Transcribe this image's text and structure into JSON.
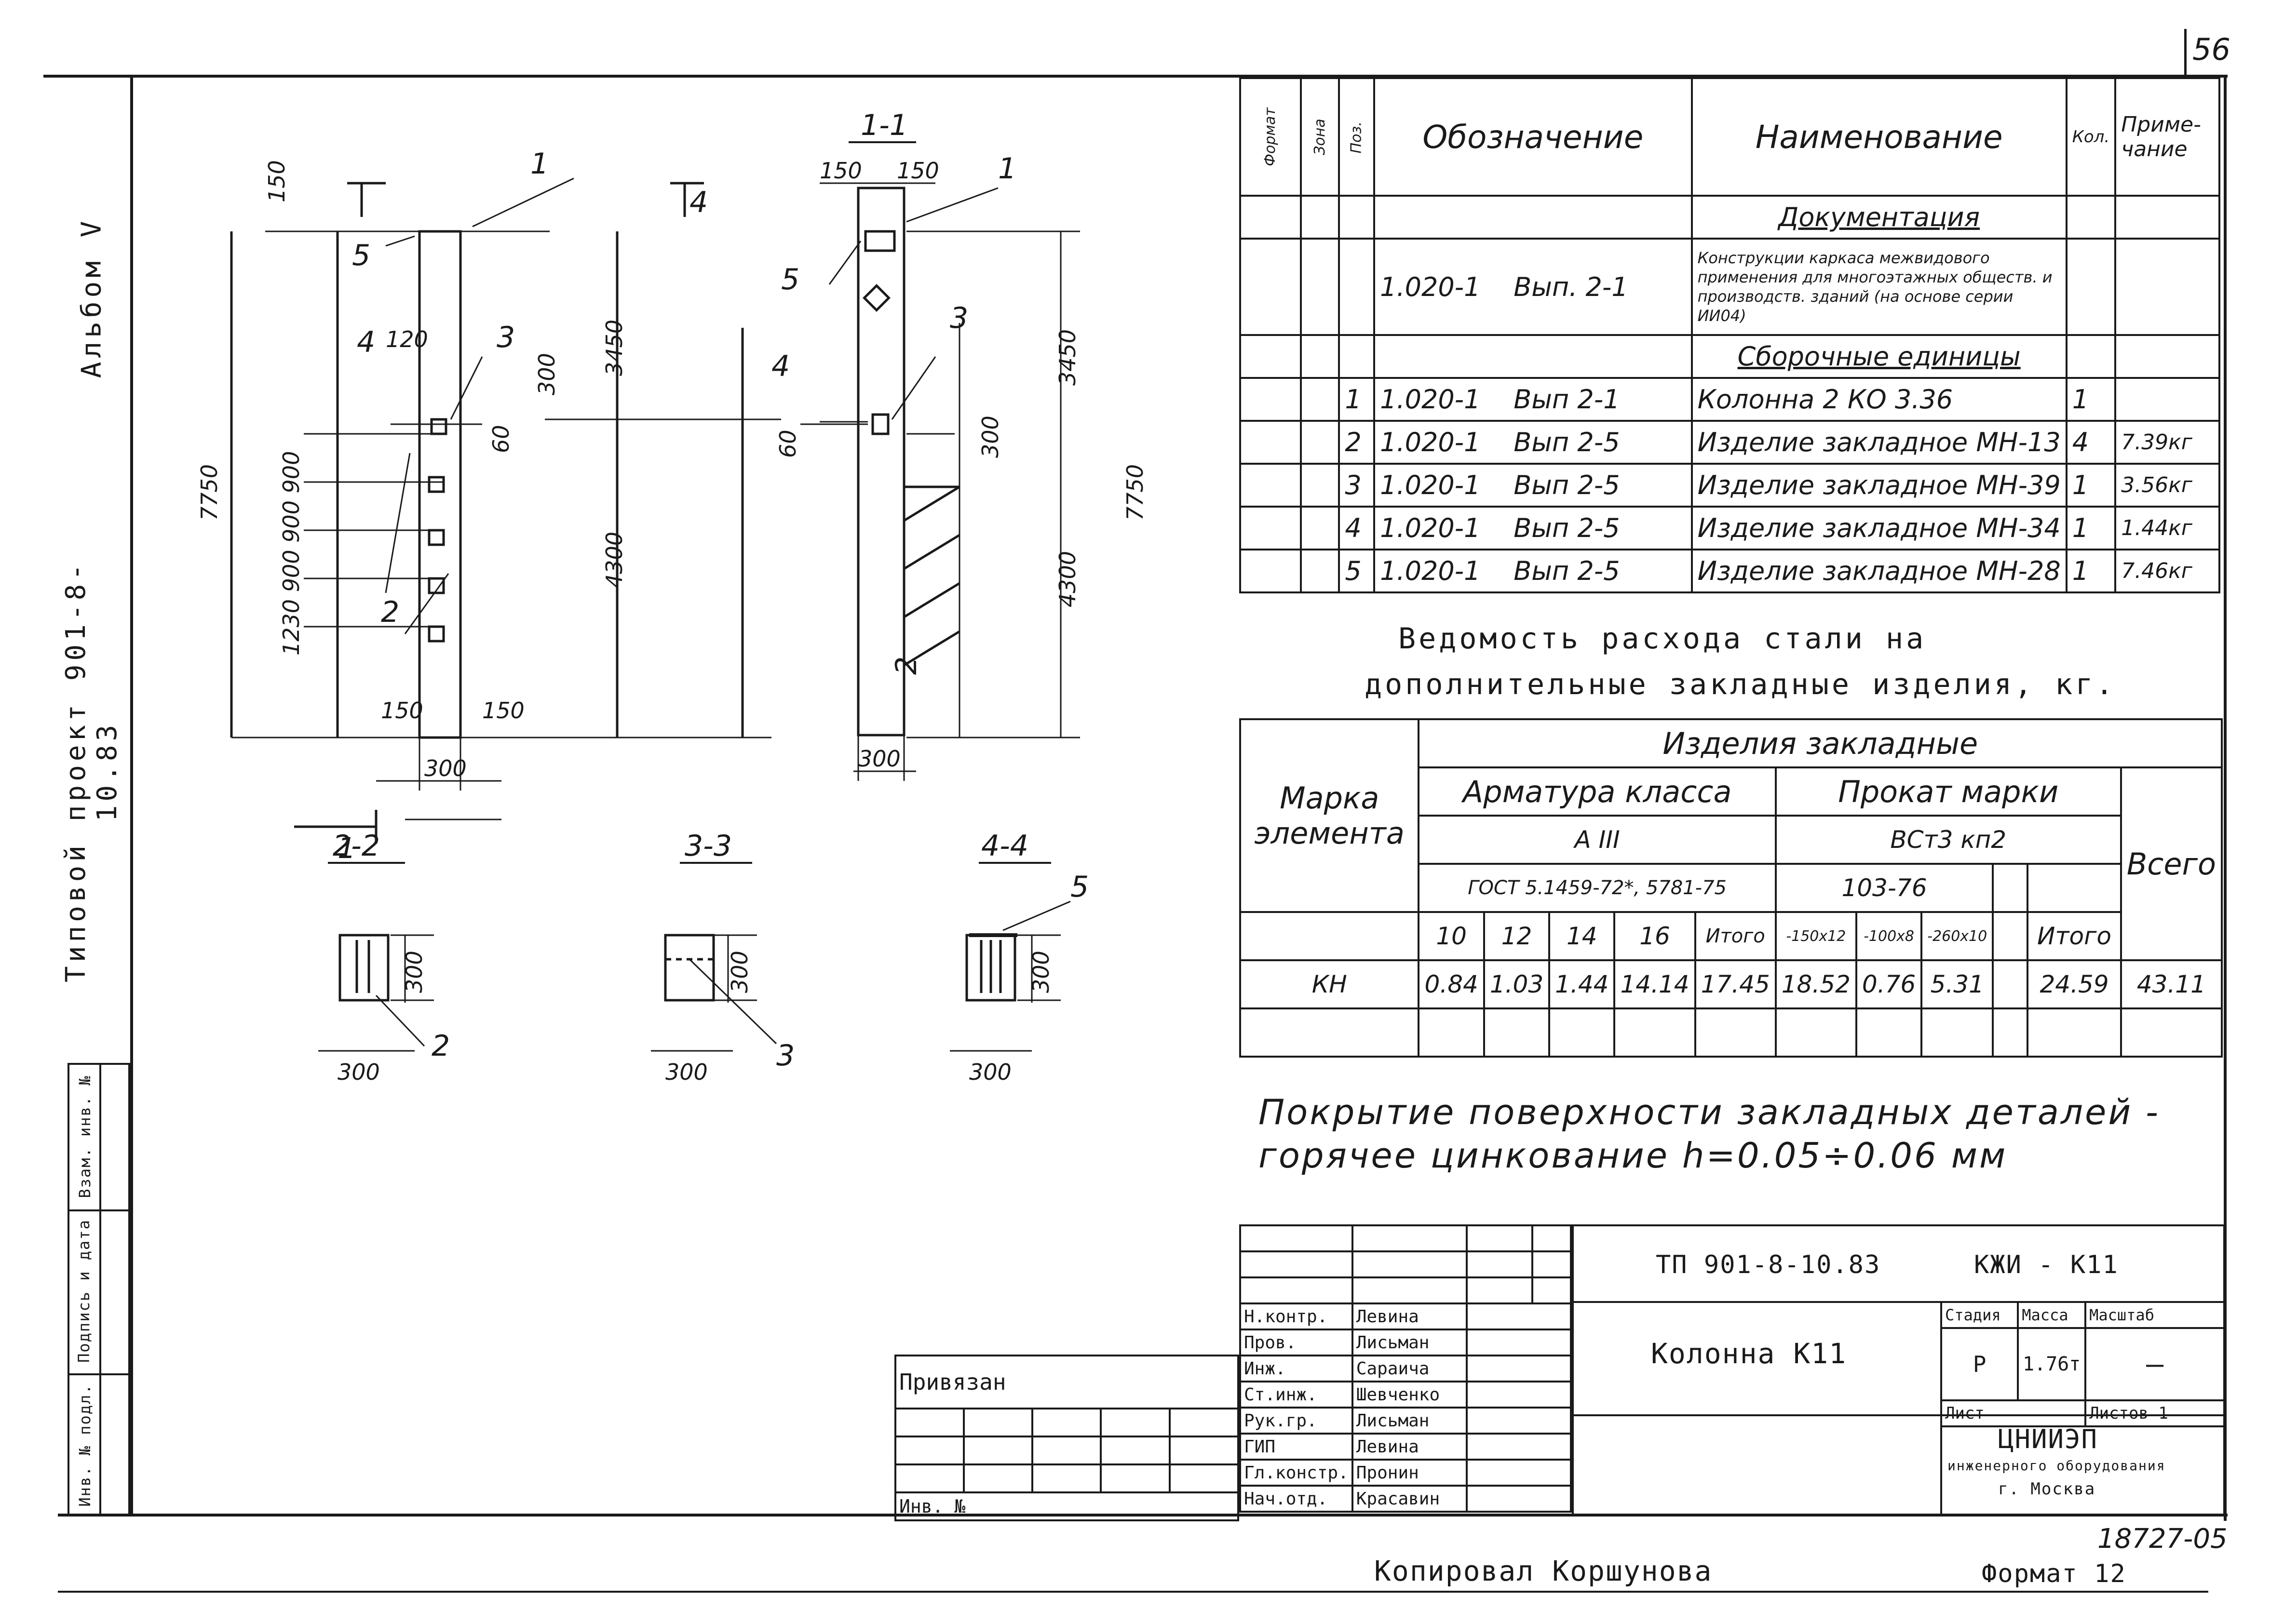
{
  "page_number": "56",
  "side": {
    "album": "Альбом V",
    "project": "Типовой проект 901-8-10.83",
    "inv_labels": [
      "Инв. № подл.",
      "Подпись и дата",
      "Взам. инв. №"
    ]
  },
  "drawing": {
    "labels": {
      "sec11": "1-1",
      "sec22": "2-2",
      "sec33": "3-3",
      "sec44": "4-4",
      "d150a": "150",
      "d150b": "150",
      "d150c": "150",
      "d150d": "150",
      "d150e": "150",
      "d150f": "150",
      "d300a": "300",
      "d300b": "300",
      "d300c": "300",
      "d300d": "300",
      "d300e": "300",
      "d300f": "300",
      "d300g": "300",
      "d300h": "300",
      "d300i": "300",
      "d300j": "300",
      "d3450a": "3450",
      "d3450b": "3450",
      "d7750a": "7750",
      "d7750b": "7750",
      "d4300a": "4300",
      "d4300b": "4300",
      "d120": "120",
      "d60a": "60",
      "d60b": "60",
      "dstack": "1230 900 900 900",
      "p1a": "1",
      "p1b": "1",
      "p2a": "2",
      "p2b": "2",
      "p2c": "2",
      "p3a": "3",
      "p3b": "3",
      "p3c": "3",
      "p4a": "4",
      "p4b": "4",
      "p5a": "5",
      "p5b": "5",
      "p5c": "5",
      "cut1": "1",
      "cut2a": "2",
      "cut2b": "2",
      "cut3a": "3",
      "cut3b": "3",
      "cut4": "4"
    }
  },
  "spec": {
    "headers": [
      "Формат",
      "Зона",
      "Поз.",
      "Обозначение",
      "Наименование",
      "Кол.",
      "Приме-чание"
    ],
    "doc_section": "Документация",
    "doc_row": {
      "code": "1.020-1",
      "issue": "Вып. 2-1",
      "name": "Конструкции каркаса межвидового применения для многоэтажных обществ. и производств. зданий (на основе серии ИИ04)"
    },
    "asm_section": "Сборочные единицы",
    "rows": [
      {
        "pos": "1",
        "code": "1.020-1",
        "issue": "Вып 2-1",
        "name": "Колонна 2 КО 3.36",
        "qty": "1",
        "note": ""
      },
      {
        "pos": "2",
        "code": "1.020-1",
        "issue": "Вып 2-5",
        "name": "Изделие закладное МН-13",
        "qty": "4",
        "note": "7.39кг"
      },
      {
        "pos": "3",
        "code": "1.020-1",
        "issue": "Вып 2-5",
        "name": "Изделие закладное МН-39",
        "qty": "1",
        "note": "3.56кг"
      },
      {
        "pos": "4",
        "code": "1.020-1",
        "issue": "Вып 2-5",
        "name": "Изделие закладное МН-34",
        "qty": "1",
        "note": "1.44кг"
      },
      {
        "pos": "5",
        "code": "1.020-1",
        "issue": "Вып 2-5",
        "name": "Изделие закладное МН-28",
        "qty": "1",
        "note": "7.46кг"
      }
    ]
  },
  "steel": {
    "title1": "Ведомость расхода стали на",
    "title2": "дополнительные закладные изделия, кг.",
    "h_mark": "Марка элемента",
    "h_items": "Изделия закладные",
    "h_rebar": "Арматура класса",
    "h_rebar_class": "А III",
    "h_gost": "ГОСТ 5.1459-72*, 5781-75",
    "h_rolled": "Прокат марки",
    "h_rolled_grade": "ВСт3 кп2",
    "h_rolled_std": "103-76",
    "h_total": "Всего",
    "cols": [
      "10",
      "12",
      "14",
      "16",
      "Итого",
      "-150x12",
      "-100x8",
      "-260x10",
      "",
      "Итого"
    ],
    "row": {
      "mark": "КН",
      "vals": [
        "0.84",
        "1.03",
        "1.44",
        "14.14",
        "17.45",
        "18.52",
        "0.76",
        "5.31",
        "",
        "24.59"
      ],
      "total": "43.11"
    }
  },
  "note": {
    "line1": "Покрытие поверхности закладных деталей -",
    "line2": "горячее цинкование h=0.05÷0.06 мм"
  },
  "stamp": {
    "bound": "Привязан",
    "inv": "Инв. №",
    "code": "ТП 901-8-10.83",
    "sheet_code": "КЖИ - К11",
    "title": "Колонна К11",
    "stage_h": "Стадия",
    "mass_h": "Масса",
    "scale_h": "Масштаб",
    "stage": "Р",
    "mass": "1.76т",
    "scale": "—",
    "sheet_h": "Лист",
    "sheets_h": "Листов 1",
    "org1": "ЦНИИЭП",
    "org2": "инженерного оборудования",
    "org3": "г. Москва",
    "people": [
      {
        "role": "Н.контр.",
        "name": "Левина"
      },
      {
        "role": "Пров.",
        "name": "Лисьман"
      },
      {
        "role": "Инж.",
        "name": "Сараича"
      },
      {
        "role": "Ст.инж.",
        "name": "Шевченко"
      },
      {
        "role": "Рук.гр.",
        "name": "Лисьман"
      },
      {
        "role": "ГИП",
        "name": "Левина"
      },
      {
        "role": "Гл.констр.",
        "name": "Пронин"
      },
      {
        "role": "Нач.отд.",
        "name": "Красавин"
      }
    ]
  },
  "footer": {
    "copied": "Копировал Коршунова",
    "format": "Формат 12",
    "number": "18727-05"
  }
}
